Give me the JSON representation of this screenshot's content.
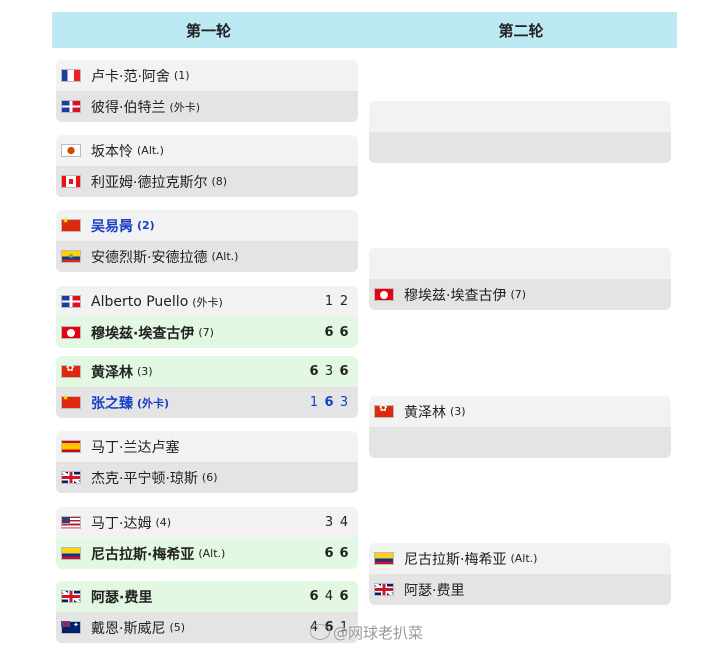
{
  "headers": {
    "round1": "第一轮",
    "round2": "第二轮"
  },
  "round1": [
    {
      "p1": {
        "flag": "fr",
        "name": "卢卡·范·阿舍",
        "seed": "(1)",
        "scores": [],
        "win": false,
        "blue": false
      },
      "p2": {
        "flag": "do",
        "name": "彼得·伯特兰",
        "seed": "(外卡)",
        "scores": [],
        "win": false,
        "blue": false
      }
    },
    {
      "p1": {
        "flag": "jp",
        "name": "坂本怜",
        "seed": "(Alt.)",
        "scores": [],
        "win": false,
        "blue": false
      },
      "p2": {
        "flag": "ca",
        "name": "利亚姆·德拉克斯尔",
        "seed": "(8)",
        "scores": [],
        "win": false,
        "blue": false
      }
    },
    {
      "p1": {
        "flag": "cn",
        "name": "吴易昺",
        "seed": "(2)",
        "scores": [],
        "win": false,
        "blue": true
      },
      "p2": {
        "flag": "ec",
        "name": "安德烈斯·安德拉德",
        "seed": "(Alt.)",
        "scores": [],
        "win": false,
        "blue": false
      }
    },
    {
      "p1": {
        "flag": "do",
        "name": "Alberto Puello",
        "seed": "(外卡)",
        "scores": [
          "1",
          "2"
        ],
        "win": false,
        "blue": false
      },
      "p2": {
        "flag": "tn",
        "name": "穆埃兹·埃查古伊",
        "seed": "(7)",
        "scores": [
          "6",
          "6"
        ],
        "win": true,
        "blue": false
      }
    },
    {
      "p1": {
        "flag": "hk",
        "name": "黄泽林",
        "seed": "(3)",
        "scores": [
          "6",
          "3",
          "6"
        ],
        "win": true,
        "blue": false,
        "wins": [
          true,
          false,
          true
        ]
      },
      "p2": {
        "flag": "cn",
        "name": "张之臻",
        "seed": "(外卡)",
        "scores": [
          "1",
          "6",
          "3"
        ],
        "win": false,
        "blue": true,
        "wins": [
          false,
          true,
          false
        ]
      }
    },
    {
      "p1": {
        "flag": "es",
        "name": "马丁·兰达卢塞",
        "seed": "",
        "scores": [],
        "win": false,
        "blue": false
      },
      "p2": {
        "flag": "gb",
        "name": "杰克·平宁顿·琼斯",
        "seed": "(6)",
        "scores": [],
        "win": false,
        "blue": false
      }
    },
    {
      "p1": {
        "flag": "us",
        "name": "马丁·达姆",
        "seed": "(4)",
        "scores": [
          "3",
          "4"
        ],
        "win": false,
        "blue": false
      },
      "p2": {
        "flag": "co",
        "name": "尼古拉斯·梅希亚",
        "seed": "(Alt.)",
        "scores": [
          "6",
          "6"
        ],
        "win": true,
        "blue": false
      }
    },
    {
      "p1": {
        "flag": "gb",
        "name": "阿瑟·费里",
        "seed": "",
        "scores": [
          "6",
          "4",
          "6"
        ],
        "win": true,
        "blue": false,
        "wins": [
          true,
          false,
          true
        ]
      },
      "p2": {
        "flag": "au",
        "name": "戴恩·斯威尼",
        "seed": "(5)",
        "scores": [
          "4",
          "6",
          "1"
        ],
        "win": false,
        "blue": false,
        "wins": [
          false,
          true,
          false
        ]
      }
    }
  ],
  "round2": [
    {
      "p1": {
        "flag": "",
        "name": "",
        "seed": "",
        "scores": [],
        "win": false,
        "blue": false
      },
      "p2": {
        "flag": "",
        "name": "",
        "seed": "",
        "scores": [],
        "win": false,
        "blue": false
      }
    },
    {
      "p1": {
        "flag": "",
        "name": "",
        "seed": "",
        "scores": [],
        "win": false,
        "blue": false
      },
      "p2": {
        "flag": "tn",
        "name": "穆埃兹·埃查古伊",
        "seed": "(7)",
        "scores": [],
        "win": false,
        "blue": false
      }
    },
    {
      "p1": {
        "flag": "hk",
        "name": "黄泽林",
        "seed": "(3)",
        "scores": [],
        "win": false,
        "blue": false
      },
      "p2": {
        "flag": "",
        "name": "",
        "seed": "",
        "scores": [],
        "win": false,
        "blue": false
      }
    },
    {
      "p1": {
        "flag": "co",
        "name": "尼古拉斯·梅希亚",
        "seed": "(Alt.)",
        "scores": [],
        "win": false,
        "blue": false
      },
      "p2": {
        "flag": "gb",
        "name": "阿瑟·费里",
        "seed": "",
        "scores": [],
        "win": false,
        "blue": false
      }
    }
  ],
  "watermark": "@网球老扒菜"
}
